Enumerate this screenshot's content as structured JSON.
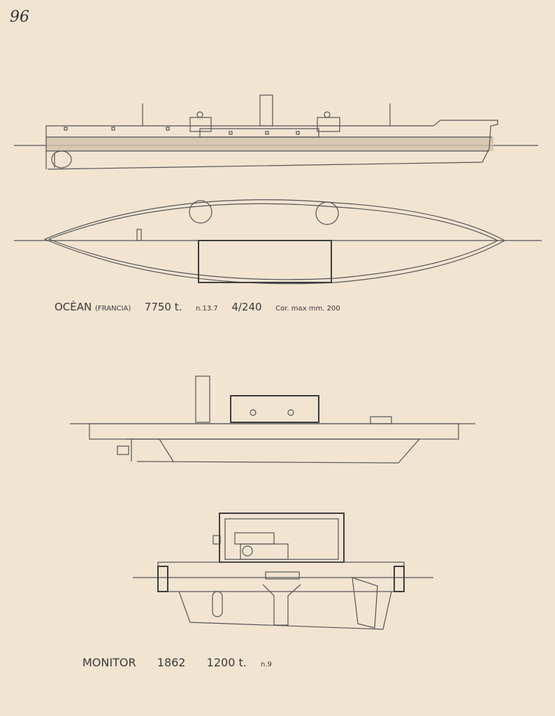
{
  "page": {
    "number": "96"
  },
  "ocean": {
    "name": "OCÈAN",
    "country": "(FRANCIA)",
    "displacement": "7750 t.",
    "speed": "n.13.7",
    "guns": "4/240",
    "armor": "Cor. max mm. 200"
  },
  "monitor": {
    "name": "MONITOR",
    "year": "1862",
    "displacement": "1200 t.",
    "speed": "n.9"
  }
}
